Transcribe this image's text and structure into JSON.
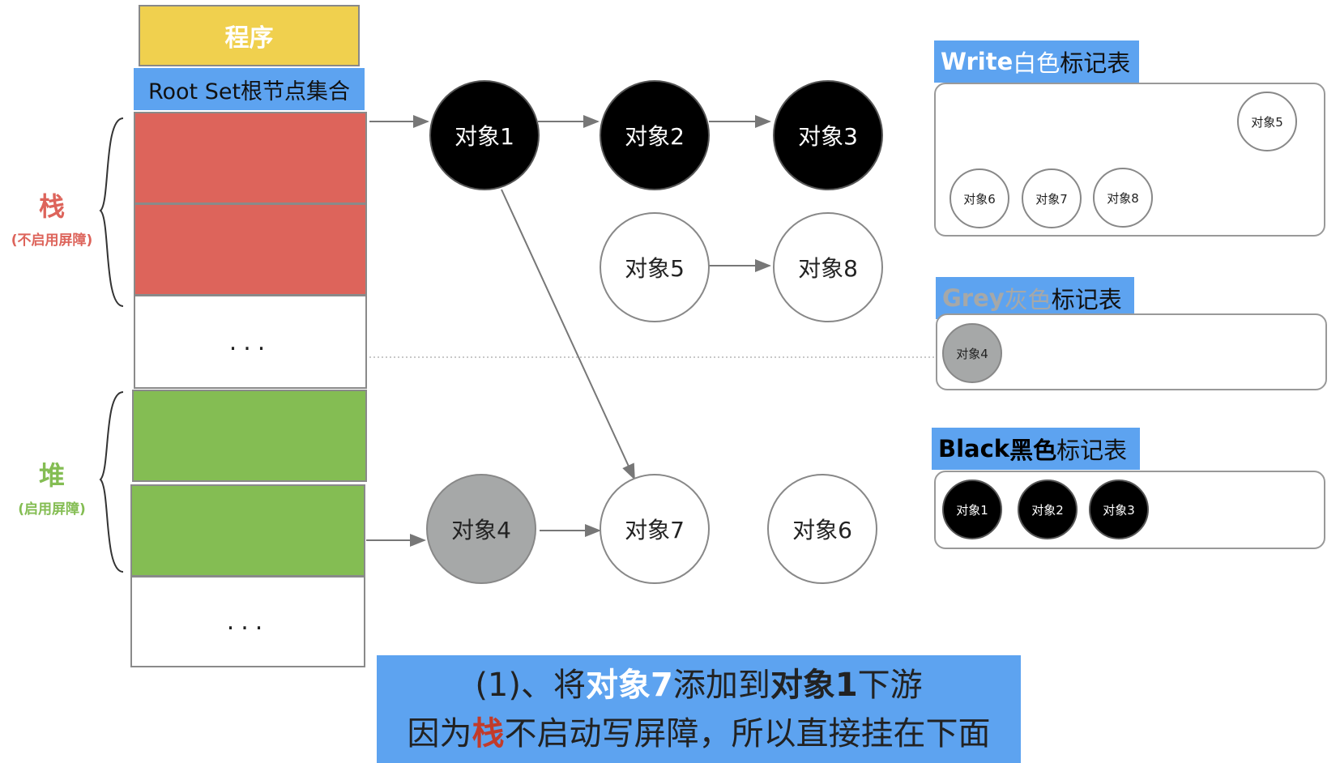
{
  "program_label": "程序",
  "rootset_label": "Root Set根节点集合",
  "ellipsis": "...",
  "stack": {
    "title": "栈",
    "subtitle": "(不启用屏障)",
    "color": "#dd645b"
  },
  "heap": {
    "title": "堆",
    "subtitle": "(启用屏障)",
    "color": "#84bd53"
  },
  "nodes": {
    "obj1": "对象1",
    "obj2": "对象2",
    "obj3": "对象3",
    "obj4": "对象4",
    "obj5": "对象5",
    "obj6": "对象6",
    "obj7": "对象7",
    "obj8": "对象8"
  },
  "tables": {
    "white": {
      "title_en": "Write ",
      "title_color_word": "白色",
      "title_suffix": "标记表",
      "items": [
        "对象5",
        "对象6",
        "对象7",
        "对象8"
      ]
    },
    "grey": {
      "title_en": "Grey ",
      "title_color_word": "灰色",
      "title_suffix": "标记表",
      "items": [
        "对象4"
      ]
    },
    "black": {
      "title_en": "Black ",
      "title_color_word": "黑色",
      "title_suffix": "标记表",
      "items": [
        "对象1",
        "对象2",
        "对象3"
      ]
    }
  },
  "caption": {
    "line1": {
      "prefix": "(1)、将",
      "obj_a": "对象7",
      "middle": "添加到",
      "obj_b": "对象1",
      "suffix": "下游"
    },
    "line2": {
      "prefix": "因为",
      "highlight": "栈",
      "suffix": "不启动写屏障，所以直接挂在下面"
    }
  },
  "colors": {
    "accent_blue": "#5da3f0",
    "program_yellow": "#f0d04e",
    "stack_red": "#dd645b",
    "heap_green": "#84bd53",
    "grey_node": "#a6a8a8"
  }
}
